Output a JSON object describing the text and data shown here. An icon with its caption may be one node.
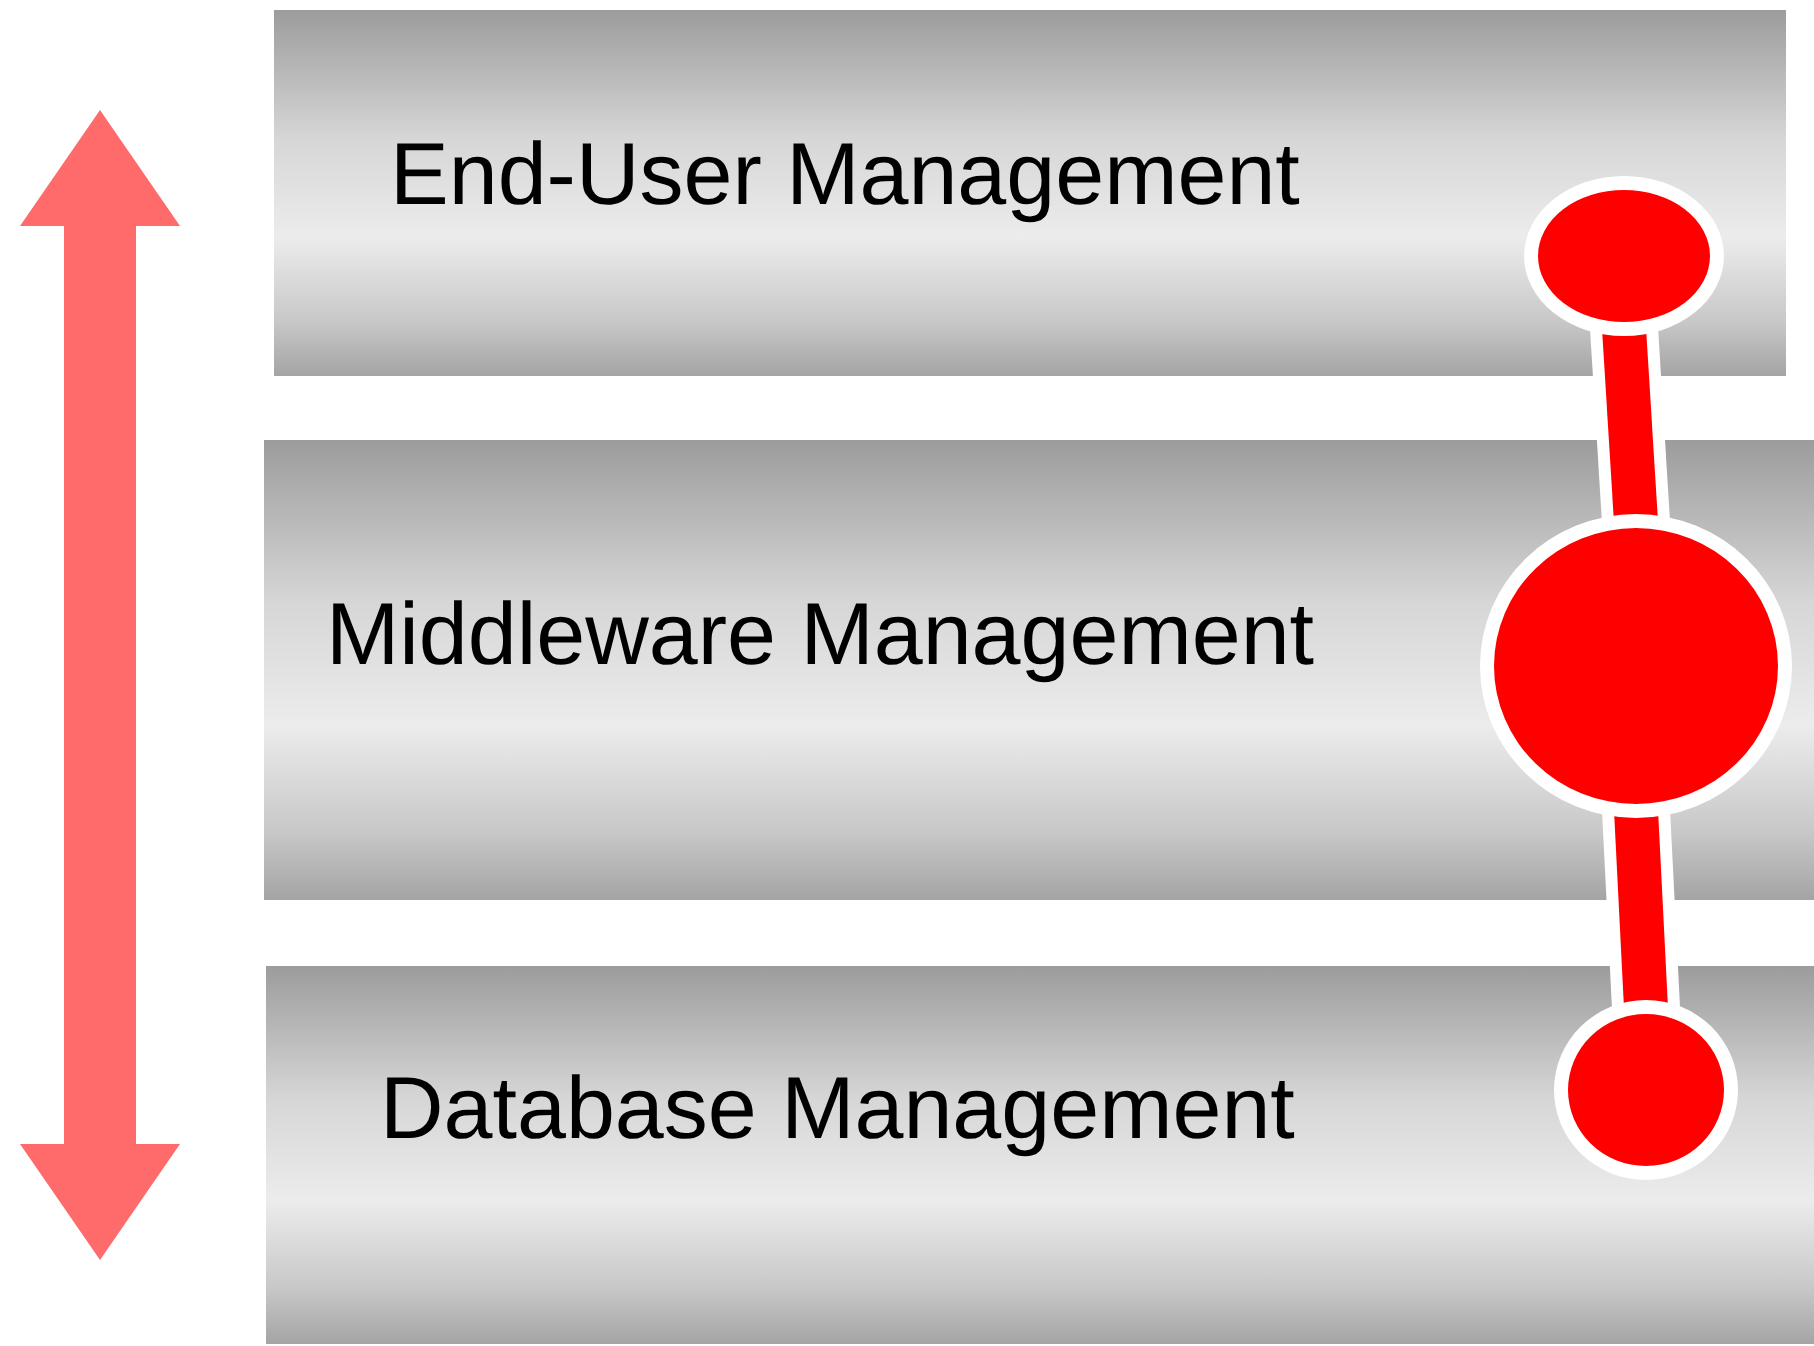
{
  "diagram": {
    "nodes": [
      {
        "text": [
          "End-User Management"
        ]
      },
      {
        "text": [
          "Middleware Management"
        ]
      },
      {
        "text": [
          "Database Management"
        ]
      },
      {
        "text": [],
        "shape": "circle",
        "in": 0
      },
      {
        "text": [],
        "shape": "circle",
        "in": 1
      },
      {
        "text": [],
        "shape": "circle",
        "in": 2
      }
    ],
    "edges": [
      {
        "from": 3,
        "to": 4,
        "arrow": "none"
      },
      {
        "from": 4,
        "to": 5,
        "arrow": "none"
      }
    ]
  }
}
